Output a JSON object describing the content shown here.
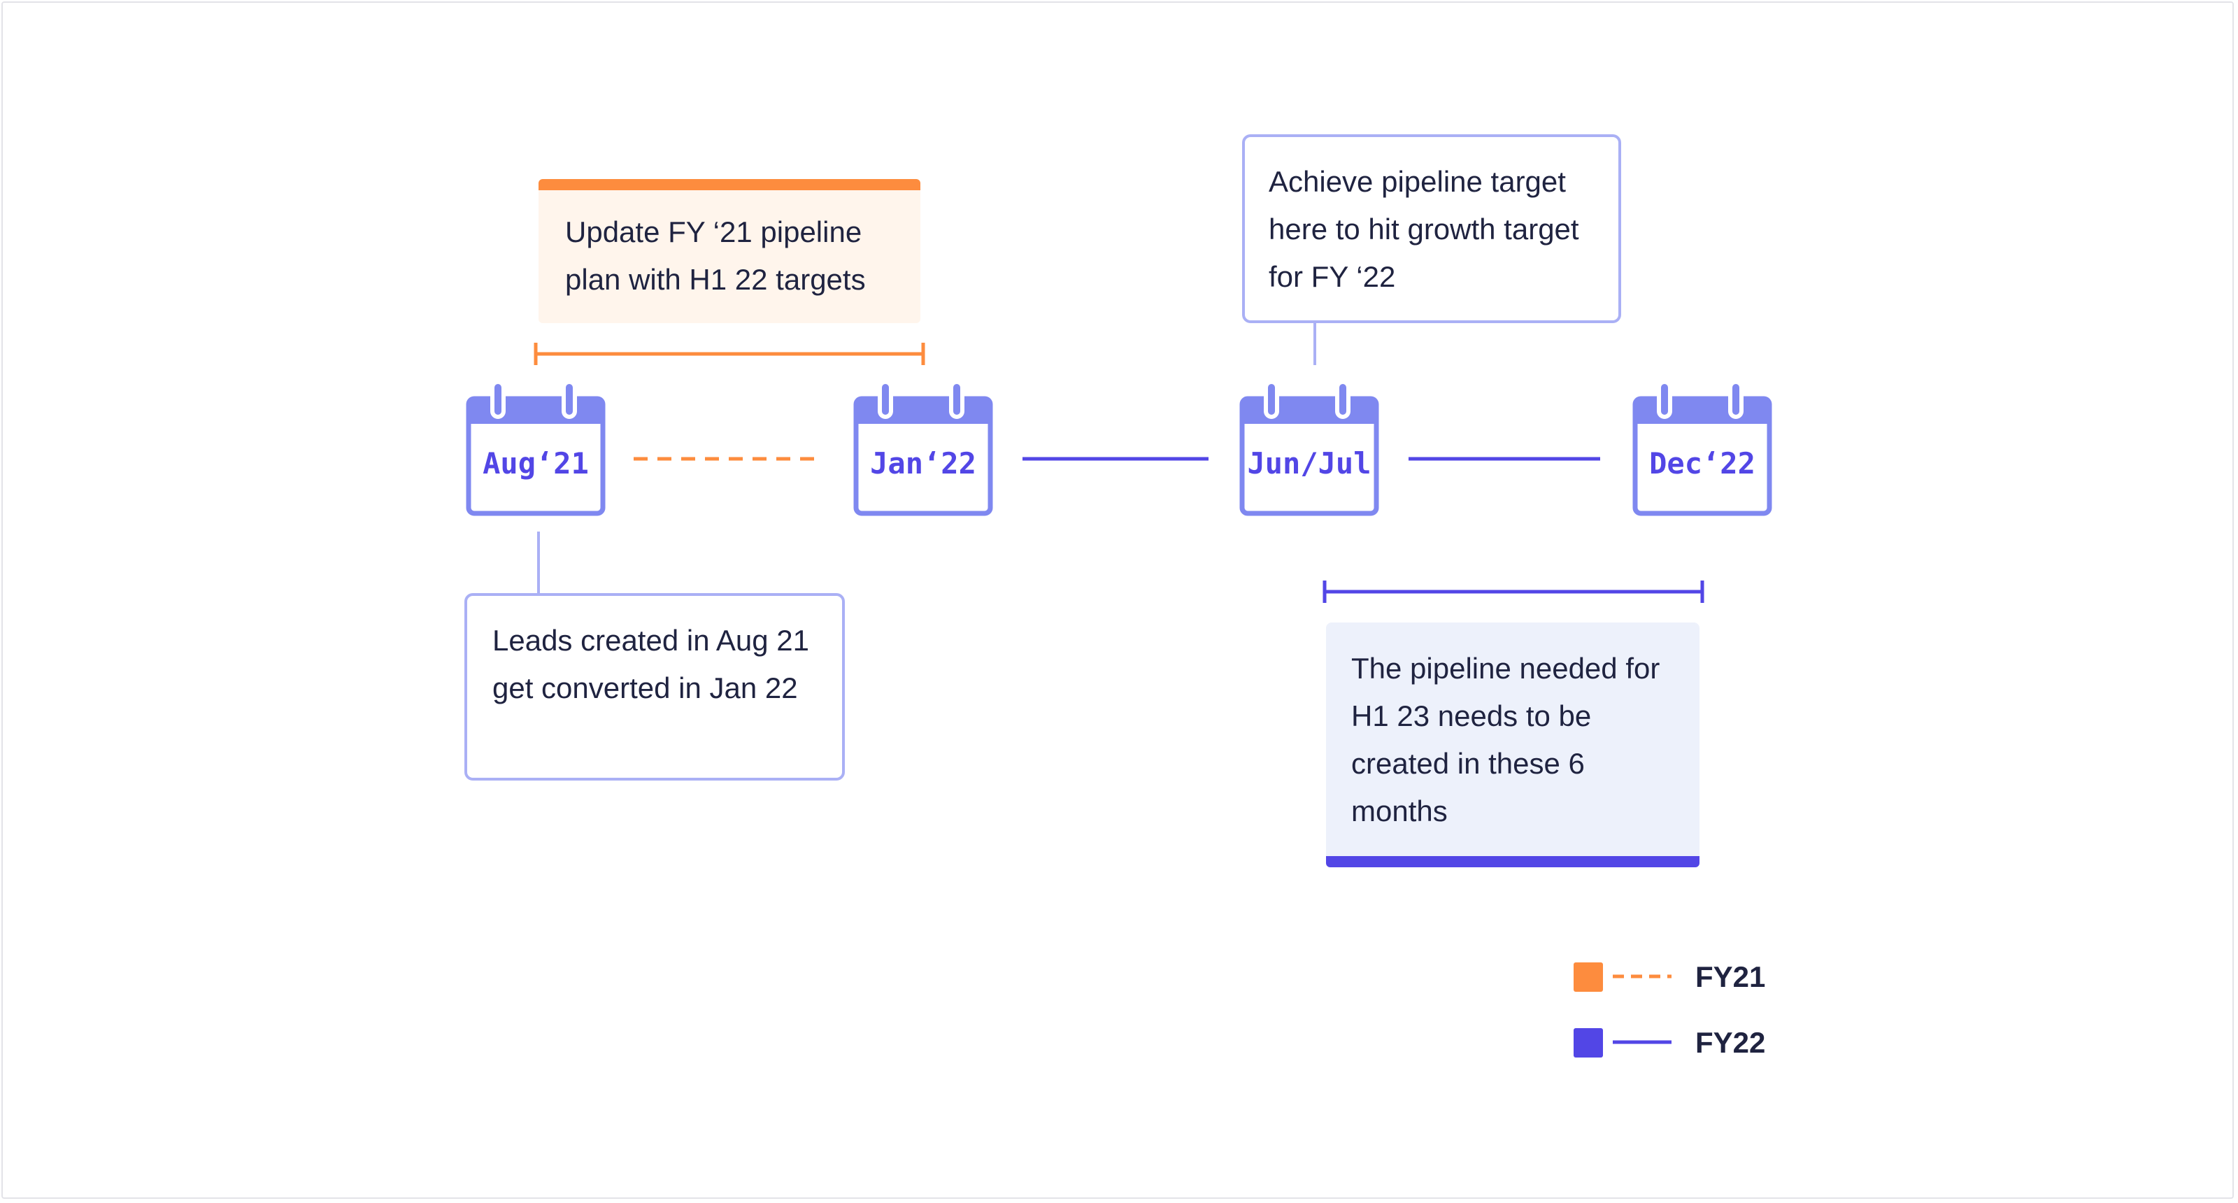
{
  "notes": {
    "update_plan": "Update FY ‘21 pipeline plan with H1 22 targets",
    "achieve_target": "Achieve pipeline target here to hit growth target for FY ‘22",
    "leads_created": "Leads created in Aug 21 get converted in Jan 22",
    "pipeline_needed": "The pipeline needed for H1 23 needs to be created in these 6 months"
  },
  "milestones": [
    {
      "label": "Aug‘21"
    },
    {
      "label": "Jan‘22"
    },
    {
      "label": "Jun/Jul"
    },
    {
      "label": "Dec‘22"
    }
  ],
  "legend": [
    {
      "label": "FY21",
      "color": "#fd8c3e",
      "line_style": "dashed"
    },
    {
      "label": "FY22",
      "color": "#5246e6",
      "line_style": "solid"
    }
  ],
  "colors": {
    "fy21_accent": "#fd8c3e",
    "fy22_accent": "#5246e6",
    "calendar_fill": "#7f88f0",
    "outline_blue": "#aab0f5",
    "text_dark": "#1f2340"
  }
}
